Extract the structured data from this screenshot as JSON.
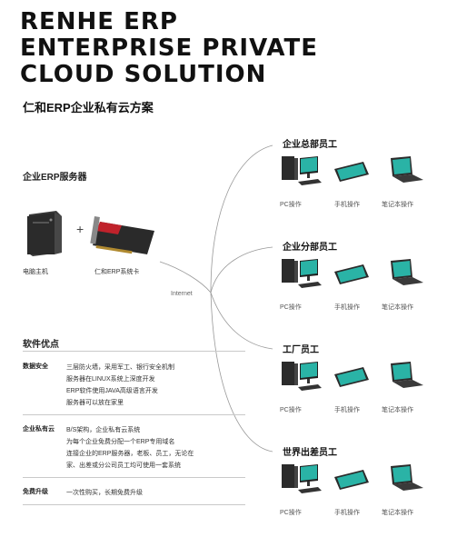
{
  "hero": {
    "line1": "RENHE ERP",
    "line2": "ENTERPRISE PRIVATE",
    "line3": "CLOUD SOLUTION",
    "subtitle": "仁和ERP企业私有云方案"
  },
  "server": {
    "title": "企业ERP服务器",
    "pc_label": "电脑主机",
    "card_label": "仁和ERP系统卡",
    "plus": "+",
    "internet": "Internet"
  },
  "advantages": {
    "title": "软件优点",
    "rows": [
      {
        "label": "数据安全",
        "lines": [
          "三层防火墙，采用军工、银行安全机制",
          "服务器在LINUX系统上深度开发",
          "ERP软件使用JAVA高级语言开发",
          "服务器可以放在家里"
        ]
      },
      {
        "label": "企业私有云",
        "lines": [
          "B/S架构，企业私有云系统",
          "为每个企业免费分配一个ERP专用域名",
          "连接企业的ERP服务器，老板、员工，无论在",
          "家、出差或分公司员工均可使用一套系统"
        ]
      },
      {
        "label": "免费升级",
        "lines": [
          "一次性购买，长期免费升级"
        ]
      }
    ]
  },
  "groups": [
    {
      "title": "企业总部员工",
      "devices": [
        "PC操作",
        "手机操作",
        "笔记本操作"
      ]
    },
    {
      "title": "企业分部员工",
      "devices": [
        "PC操作",
        "手机操作",
        "笔记本操作"
      ]
    },
    {
      "title": "工厂员工",
      "devices": [
        "PC操作",
        "手机操作",
        "笔记本操作"
      ]
    },
    {
      "title": "世界出差员工",
      "devices": [
        "PC操作",
        "手机操作",
        "笔记本操作"
      ]
    }
  ],
  "colors": {
    "accent_teal": "#2ab3a6",
    "dark": "#2a2a2a",
    "card_red": "#c0222b"
  },
  "icons": [
    "desktop-pc-icon",
    "phone-icon",
    "laptop-icon",
    "server-tower-icon",
    "erp-card-icon"
  ]
}
